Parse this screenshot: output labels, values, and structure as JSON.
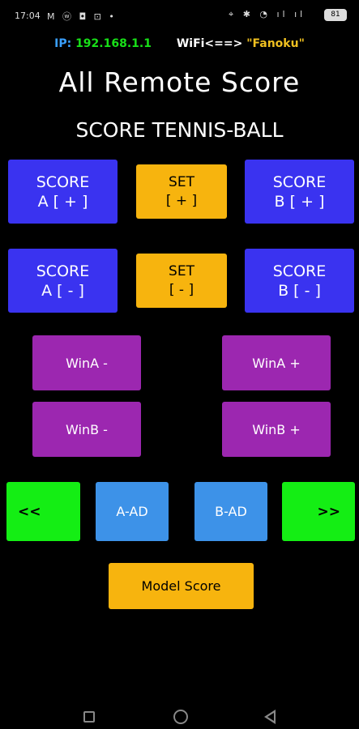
{
  "status_bar": {
    "time": "17:04",
    "left_icons": "M ⓦ ◘ ⊡ •",
    "right_icons": "⌖ ✱ ◔ ıl ıl",
    "battery": "81"
  },
  "connection": {
    "ip_label": "IP:",
    "ip_value": "192.168.1.1",
    "wifi_label": "WiFi<==>",
    "wifi_value": "\"Fanoku\""
  },
  "title": "All Remote Score",
  "subtitle": "SCORE TENNIS-BALL",
  "buttons": {
    "score_a_plus": [
      "SCORE",
      "A [ + ]"
    ],
    "set_plus": [
      "SET",
      "[ + ]"
    ],
    "score_b_plus": [
      "SCORE",
      "B [ + ]"
    ],
    "score_a_minus": [
      "SCORE",
      "A [ - ]"
    ],
    "set_minus": [
      "SET",
      "[ - ]"
    ],
    "score_b_minus": [
      "SCORE",
      "B [ - ]"
    ],
    "win_a_minus": "WinA -",
    "win_a_plus": "WinA +",
    "win_b_minus": "WinB -",
    "win_b_plus": "WinB +",
    "prev": "<<",
    "a_ad": "A-AD",
    "b_ad": "B-AD",
    "next": ">>",
    "model_score": "Model Score"
  },
  "colors": {
    "score_button": "#3a33f0",
    "set_button": "#f7b40e",
    "win_button": "#9c27b0",
    "nav_button": "#14ee14",
    "ad_button": "#3d92e8",
    "ip_label": "#3aa0ff",
    "ip_value": "#18e018",
    "wifi_value": "#f0c020"
  }
}
